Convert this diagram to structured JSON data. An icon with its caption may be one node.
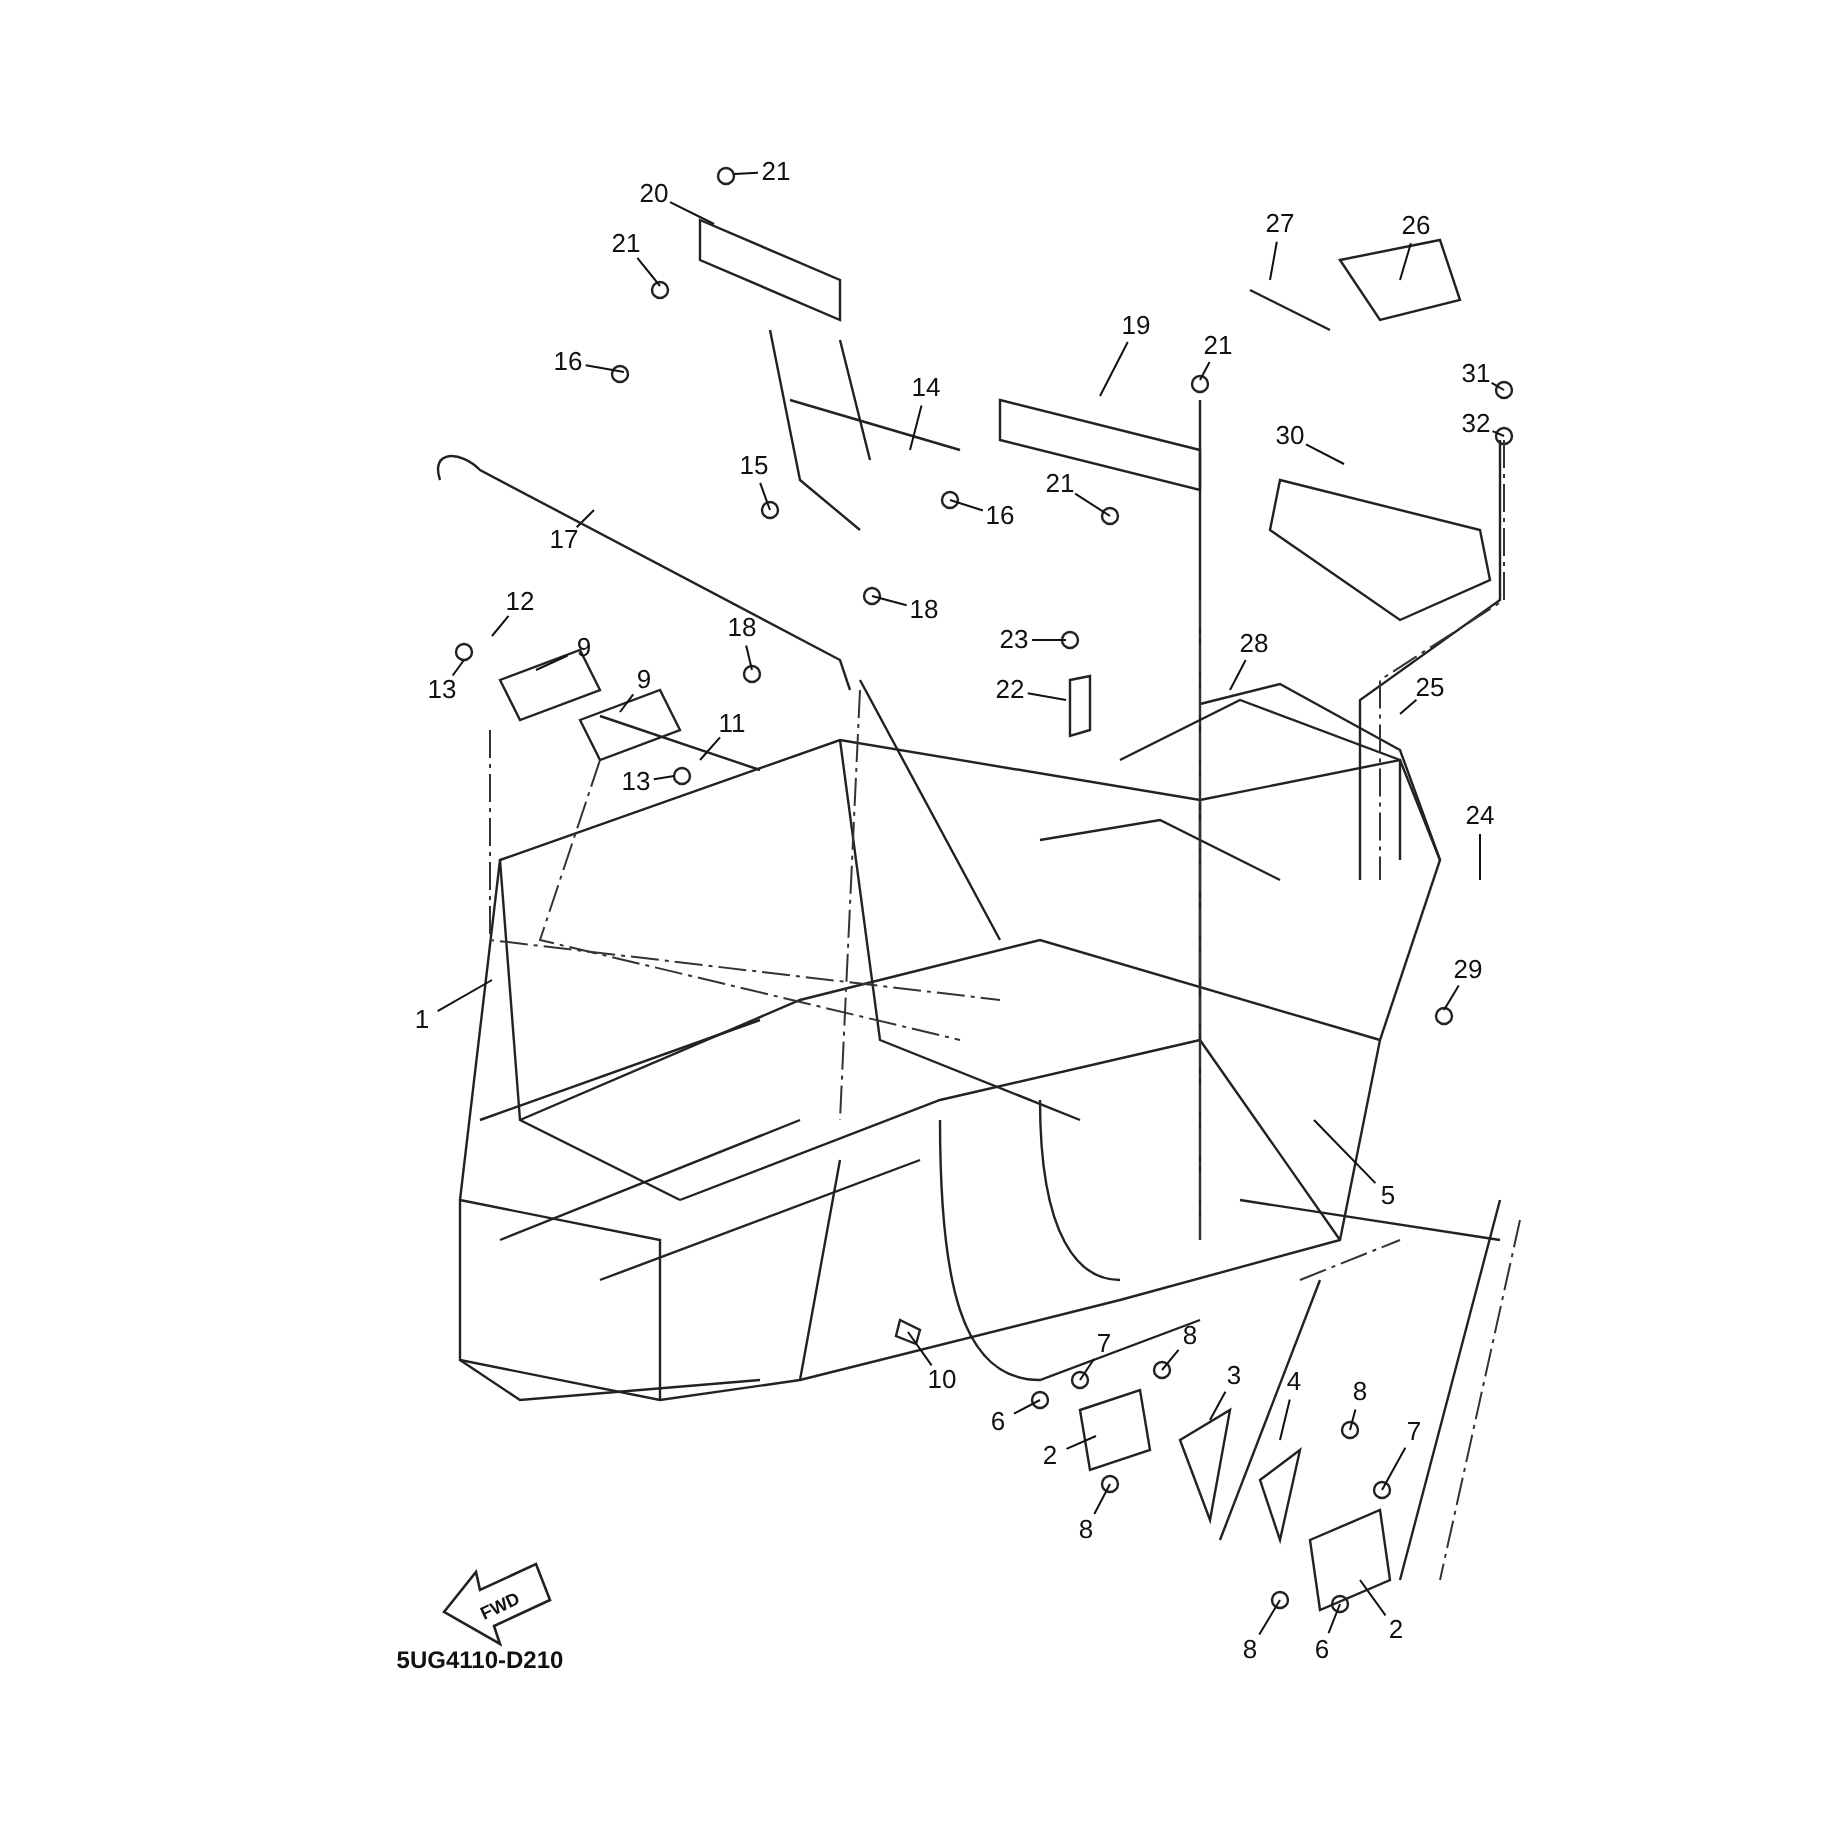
{
  "diagram": {
    "nodes": [
      {
        "text": [
          "21"
        ]
      },
      {
        "text": [
          "20"
        ]
      },
      {
        "text": [
          "21"
        ]
      },
      {
        "text": [
          "16"
        ]
      },
      {
        "text": [
          "14"
        ]
      },
      {
        "text": [
          "19"
        ]
      },
      {
        "text": [
          "21"
        ]
      },
      {
        "text": [
          "27"
        ]
      },
      {
        "text": [
          "26"
        ]
      },
      {
        "text": [
          "31"
        ]
      },
      {
        "text": [
          "32"
        ]
      },
      {
        "text": [
          "30"
        ]
      },
      {
        "text": [
          "15"
        ]
      },
      {
        "text": [
          "16"
        ]
      },
      {
        "text": [
          "21"
        ]
      },
      {
        "text": [
          "17"
        ]
      },
      {
        "text": [
          "12"
        ]
      },
      {
        "text": [
          "18"
        ]
      },
      {
        "text": [
          "18"
        ]
      },
      {
        "text": [
          "9"
        ]
      },
      {
        "text": [
          "23"
        ]
      },
      {
        "text": [
          "22"
        ]
      },
      {
        "text": [
          "28"
        ]
      },
      {
        "text": [
          "25"
        ]
      },
      {
        "text": [
          "13"
        ]
      },
      {
        "text": [
          "9"
        ]
      },
      {
        "text": [
          "11"
        ]
      },
      {
        "text": [
          "24"
        ]
      },
      {
        "text": [
          "13"
        ]
      },
      {
        "text": [
          "29"
        ]
      },
      {
        "text": [
          "1"
        ]
      },
      {
        "text": [
          "5"
        ]
      },
      {
        "text": [
          "10"
        ]
      },
      {
        "text": [
          "7"
        ]
      },
      {
        "text": [
          "8"
        ]
      },
      {
        "text": [
          "3"
        ]
      },
      {
        "text": [
          "4"
        ]
      },
      {
        "text": [
          "8"
        ]
      },
      {
        "text": [
          "6"
        ]
      },
      {
        "text": [
          "7"
        ]
      },
      {
        "text": [
          "2"
        ]
      },
      {
        "text": [
          "8"
        ]
      },
      {
        "text": [
          "8"
        ]
      },
      {
        "text": [
          "6"
        ]
      },
      {
        "text": [
          "2"
        ]
      }
    ],
    "edges": [
      {
        "from": 0,
        "to": null,
        "arrow": "none"
      },
      {
        "from": 1,
        "to": null,
        "arrow": "none"
      },
      {
        "from": 2,
        "to": null,
        "arrow": "none"
      },
      {
        "from": 3,
        "to": null,
        "arrow": "none"
      },
      {
        "from": 4,
        "to": null,
        "arrow": "none"
      },
      {
        "from": 5,
        "to": null,
        "arrow": "none"
      },
      {
        "from": 6,
        "to": null,
        "arrow": "none"
      },
      {
        "from": 7,
        "to": null,
        "arrow": "none"
      },
      {
        "from": 8,
        "to": null,
        "arrow": "none"
      },
      {
        "from": 9,
        "to": null,
        "arrow": "none"
      },
      {
        "from": 10,
        "to": null,
        "arrow": "none"
      },
      {
        "from": 11,
        "to": null,
        "arrow": "none"
      },
      {
        "from": 12,
        "to": null,
        "arrow": "none"
      },
      {
        "from": 13,
        "to": null,
        "arrow": "none"
      },
      {
        "from": 14,
        "to": null,
        "arrow": "none"
      },
      {
        "from": 15,
        "to": null,
        "arrow": "none"
      },
      {
        "from": 16,
        "to": null,
        "arrow": "none"
      },
      {
        "from": 17,
        "to": null,
        "arrow": "none"
      },
      {
        "from": 18,
        "to": null,
        "arrow": "none"
      },
      {
        "from": 19,
        "to": null,
        "arrow": "none"
      },
      {
        "from": 20,
        "to": null,
        "arrow": "none"
      },
      {
        "from": 21,
        "to": null,
        "arrow": "none"
      },
      {
        "from": 22,
        "to": null,
        "arrow": "none"
      },
      {
        "from": 23,
        "to": null,
        "arrow": "none"
      },
      {
        "from": 24,
        "to": null,
        "arrow": "none"
      },
      {
        "from": 25,
        "to": null,
        "arrow": "none"
      },
      {
        "from": 26,
        "to": null,
        "arrow": "none"
      },
      {
        "from": 27,
        "to": null,
        "arrow": "none"
      },
      {
        "from": 28,
        "to": null,
        "arrow": "none"
      },
      {
        "from": 29,
        "to": null,
        "arrow": "none"
      },
      {
        "from": 30,
        "to": null,
        "arrow": "none"
      },
      {
        "from": 31,
        "to": null,
        "arrow": "none"
      },
      {
        "from": 32,
        "to": null,
        "arrow": "none"
      },
      {
        "from": 33,
        "to": null,
        "arrow": "none"
      },
      {
        "from": 34,
        "to": null,
        "arrow": "none"
      },
      {
        "from": 35,
        "to": null,
        "arrow": "none"
      },
      {
        "from": 36,
        "to": null,
        "arrow": "none"
      },
      {
        "from": 37,
        "to": null,
        "arrow": "none"
      },
      {
        "from": 38,
        "to": null,
        "arrow": "none"
      },
      {
        "from": 39,
        "to": null,
        "arrow": "none"
      },
      {
        "from": 40,
        "to": null,
        "arrow": "none"
      },
      {
        "from": 41,
        "to": null,
        "arrow": "none"
      },
      {
        "from": 42,
        "to": null,
        "arrow": "none"
      },
      {
        "from": 43,
        "to": null,
        "arrow": "none"
      },
      {
        "from": 44,
        "to": null,
        "arrow": "none"
      }
    ],
    "labels": [
      "FWD",
      "5UG4110-D210"
    ]
  }
}
